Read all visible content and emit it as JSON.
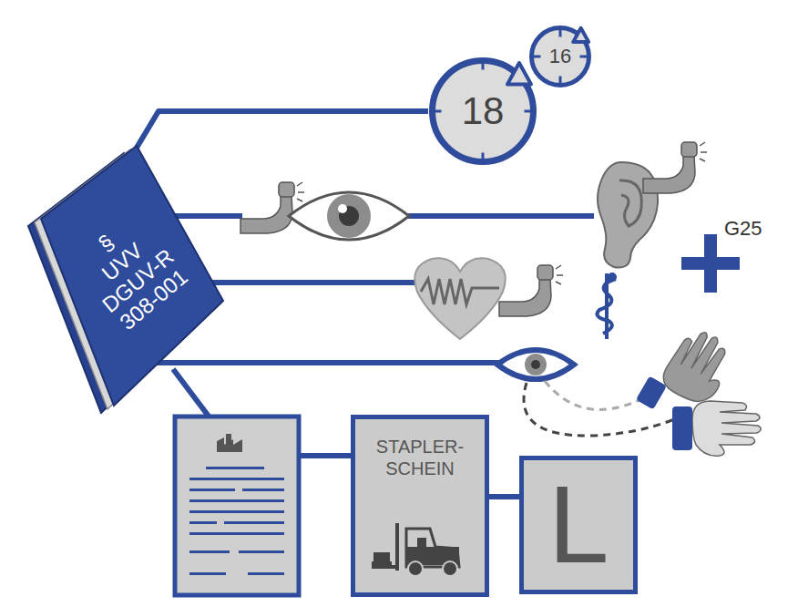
{
  "diagram": {
    "nodes": [
      {
        "text": [
          "§",
          "UVV",
          "DGUV-R",
          "308-001"
        ]
      },
      {
        "text": [
          "18"
        ]
      },
      {
        "text": [
          "16"
        ]
      },
      {
        "text": [
          "STAPLER- SCHEIN"
        ]
      },
      {
        "text": [
          "L"
        ]
      }
    ],
    "edges": [
      {
        "from": 0,
        "to": 1,
        "arrow": "none"
      },
      {
        "from": 3,
        "to": 4,
        "arrow": "none"
      }
    ],
    "labels": [
      "G25"
    ]
  }
}
